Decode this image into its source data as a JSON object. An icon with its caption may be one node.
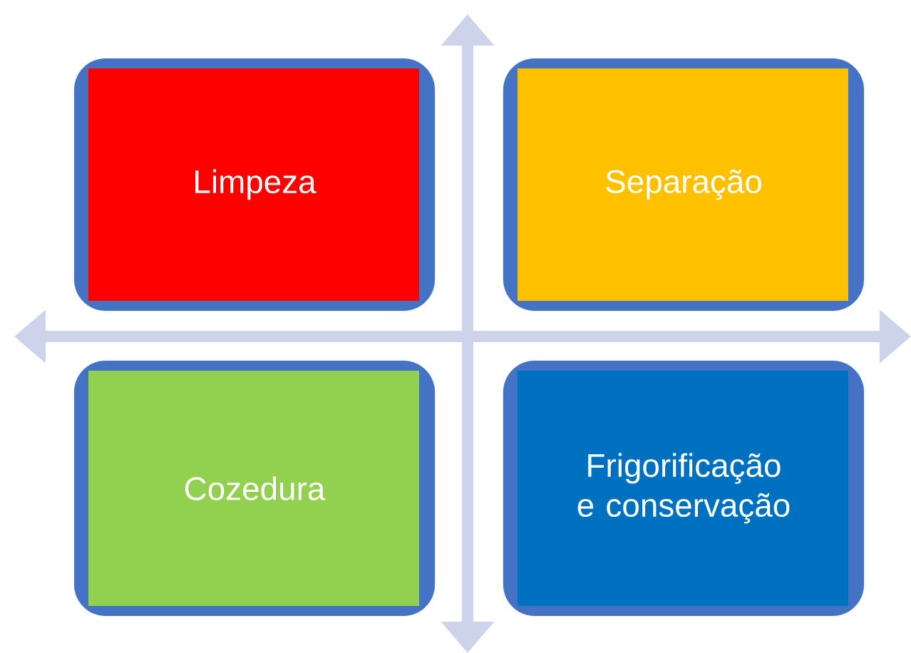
{
  "diagram": {
    "nodes": [
      {
        "text": [
          "Limpeza"
        ]
      },
      {
        "text": [
          "Separação"
        ]
      },
      {
        "text": [
          "Cozedura"
        ]
      },
      {
        "text": [
          "Frigorificação e conservação"
        ]
      }
    ]
  }
}
